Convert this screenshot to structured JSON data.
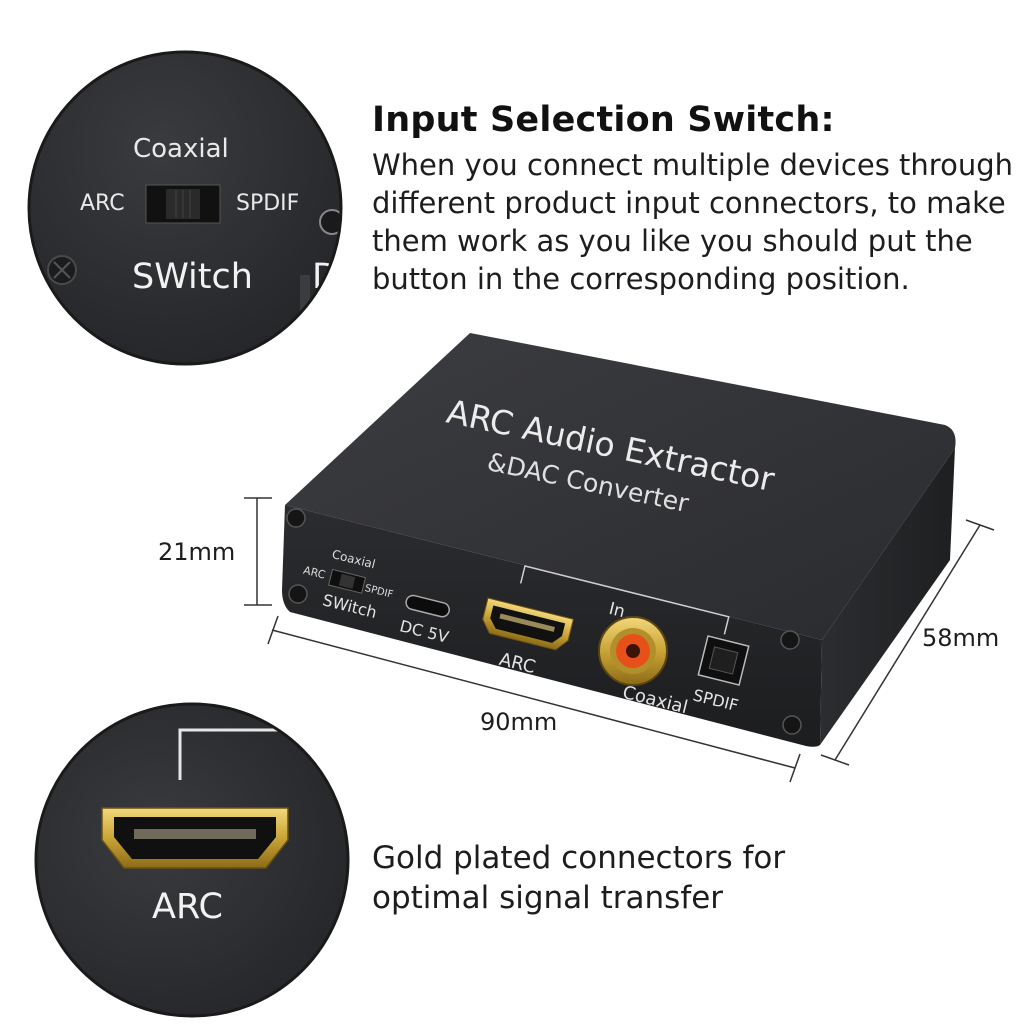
{
  "callout_top": {
    "coaxial_label": "Coaxial",
    "arc_label": "ARC",
    "spdif_label": "SPDIF",
    "switch_label": "SWitch",
    "cut_letter": "D"
  },
  "heading": "Input Selection Switch:",
  "description_lines": [
    "When you connect multiple devices through",
    "different product input connectors, to make",
    "them work as you like you should put the",
    "button in the corresponding position."
  ],
  "device": {
    "title_line1": "ARC Audio Extractor",
    "title_line2": "&DAC Converter",
    "port_labels": {
      "coaxial_small": "Coaxial",
      "arc_small": "ARC",
      "spdif_small": "SPDIF",
      "switch": "SWitch",
      "dc": "DC 5V",
      "arc": "ARC",
      "in": "In",
      "coaxial": "Coaxial",
      "spdif": "SPDIF"
    }
  },
  "dimensions": {
    "height": "21mm",
    "width": "90mm",
    "depth": "58mm"
  },
  "callout_bottom": {
    "arc_label": "ARC"
  },
  "feature_lines": [
    "Gold plated connectors for",
    "optimal signal transfer"
  ],
  "colors": {
    "device_body": "#2b2c2f",
    "gold": "#c9a437",
    "rca_orange": "#e8501a",
    "text": "#1d1d1d"
  }
}
